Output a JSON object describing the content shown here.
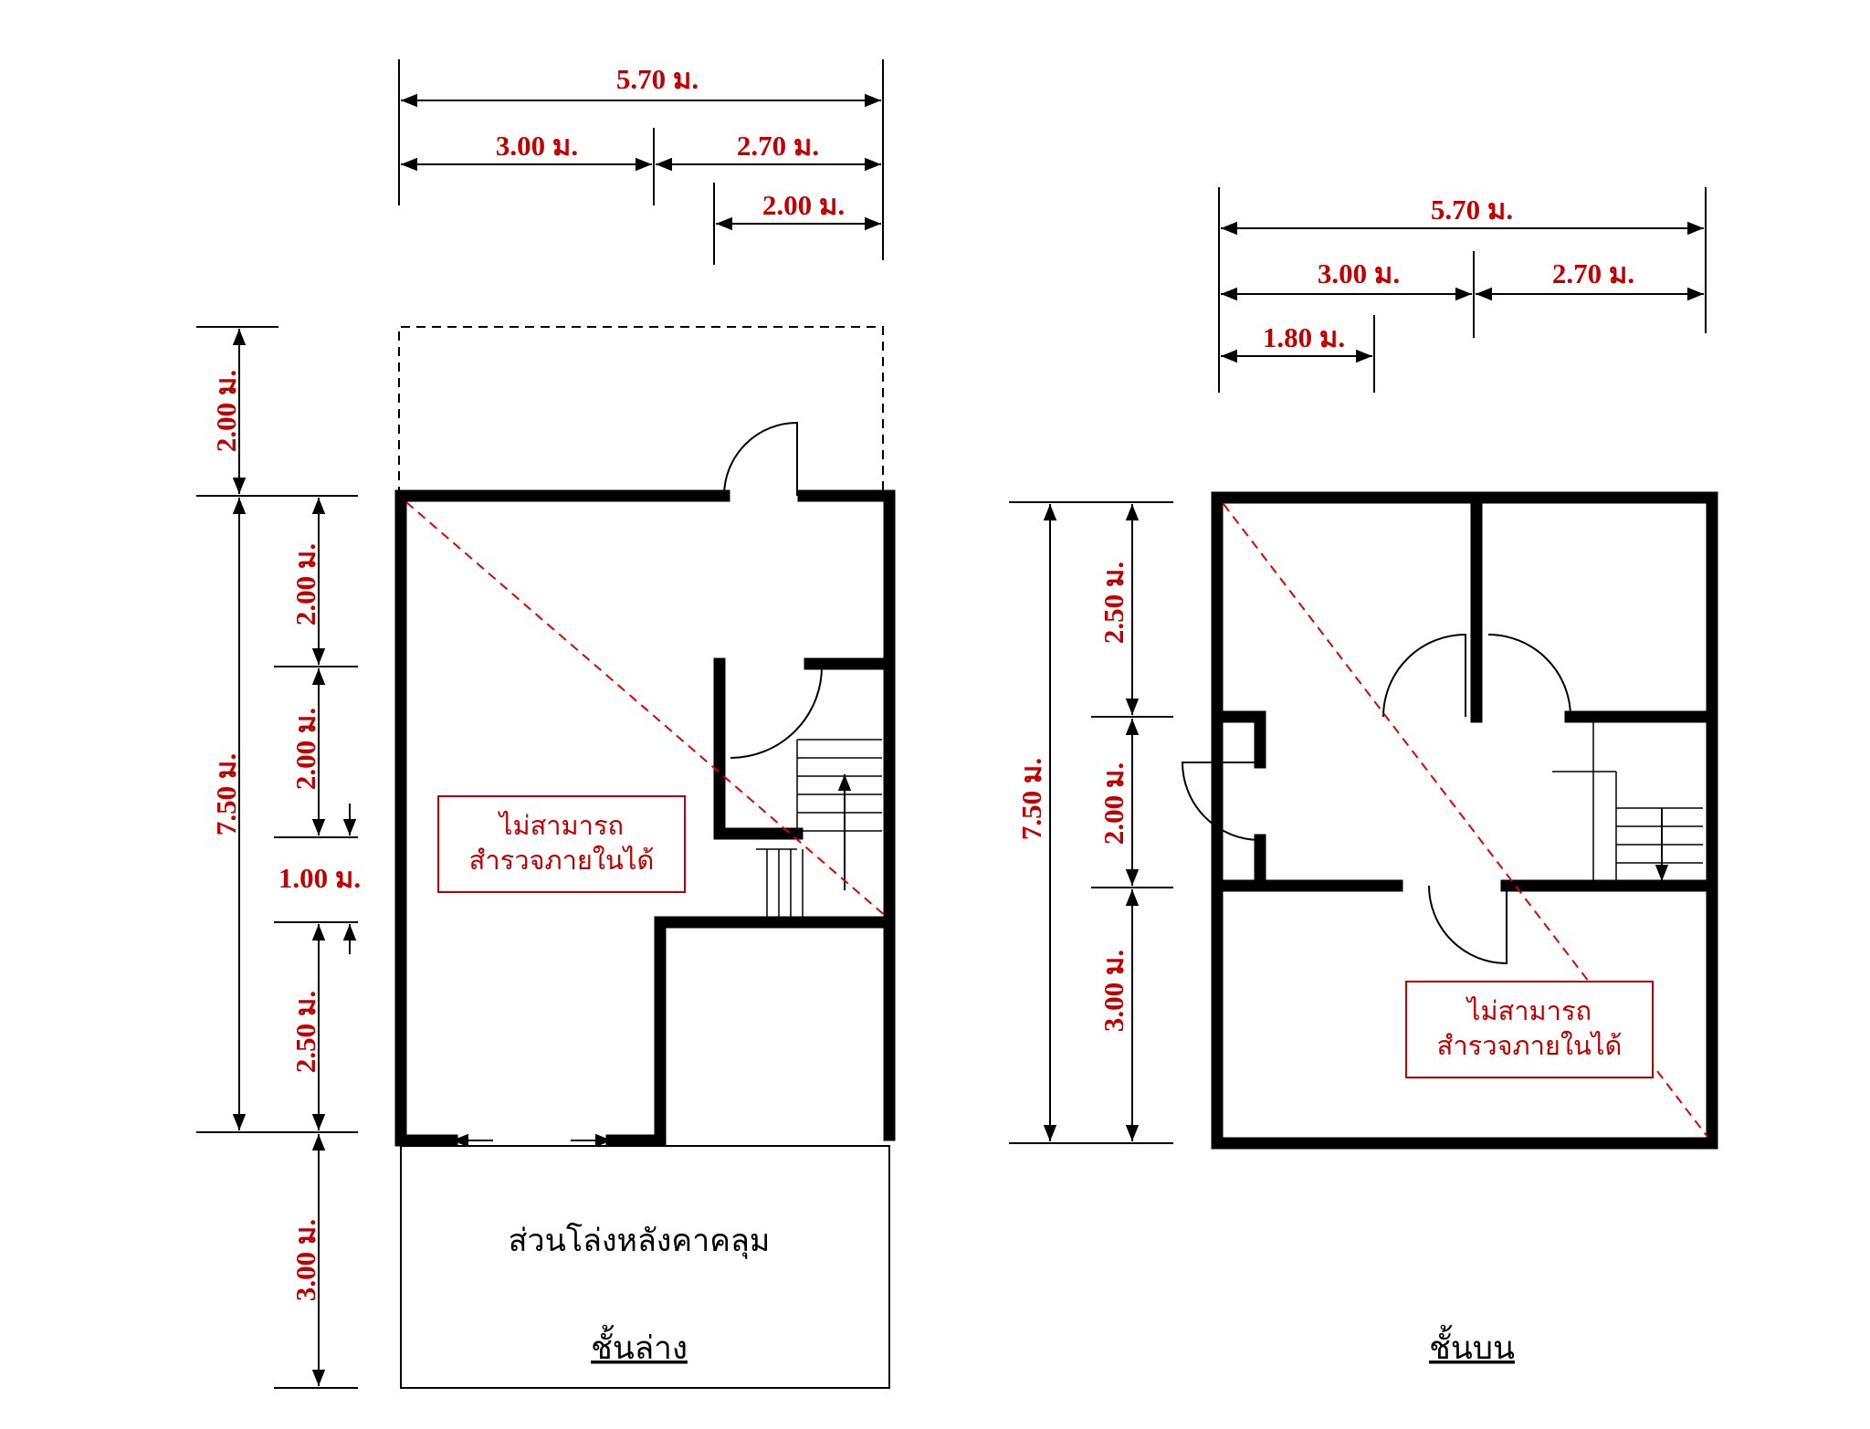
{
  "lower_floor": {
    "caption": "ชั้นล่าง",
    "dims_top": {
      "total": "5.70 ม.",
      "left": "3.00 ม.",
      "right": "2.70 ม.",
      "door": "2.00 ม."
    },
    "dims_side": {
      "front_extension": "2.00 ม.",
      "total_depth": "7.50 ม.",
      "seg1": "2.00 ม.",
      "seg2": "2.00 ม.",
      "seg3": "1.00 ม.",
      "seg4": "2.50 ม.",
      "rear_area": "3.00 ม."
    },
    "note_line1": "ไม่สามารถ",
    "note_line2": "สำรวจภายในได้",
    "area_label": "ส่วนโล่งหลังคาคลุม"
  },
  "upper_floor": {
    "caption": "ชั้นบน",
    "dims_top": {
      "total": "5.70 ม.",
      "left": "3.00 ม.",
      "right": "2.70 ม.",
      "small": "1.80 ม."
    },
    "dims_side": {
      "total_depth": "7.50 ม.",
      "seg1": "2.50 ม.",
      "seg2": "2.00 ม.",
      "seg3": "3.00 ม."
    },
    "note_line1": "ไม่สามารถ",
    "note_line2": "สำรวจภายในได้"
  }
}
